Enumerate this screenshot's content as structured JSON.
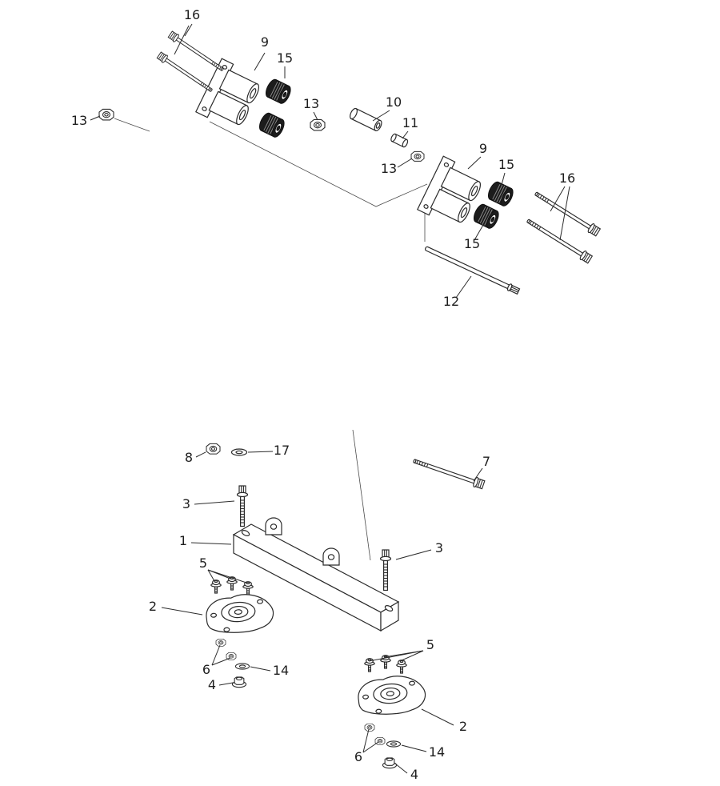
{
  "page": {
    "background": "#ffffff"
  },
  "diagram": {
    "type": "exploded-parts-diagram",
    "colors": {
      "line": "#2b2b2b",
      "fill": "#ffffff",
      "bushing_dark": "#1c1c1c"
    },
    "callouts": [
      {
        "label": "16",
        "target": "flange-bolts-upper-left"
      },
      {
        "label": "9",
        "target": "pivot-bracket-left"
      },
      {
        "label": "15",
        "target": "bushing-upper-left"
      },
      {
        "label": "13",
        "target": "hex-nut-far-left"
      },
      {
        "label": "13",
        "target": "hex-nut-middle"
      },
      {
        "label": "10",
        "target": "sleeve"
      },
      {
        "label": "11",
        "target": "spacer"
      },
      {
        "label": "9",
        "target": "pivot-bracket-right"
      },
      {
        "label": "15",
        "target": "bushing-upper-right"
      },
      {
        "label": "13",
        "target": "hex-nut-right"
      },
      {
        "label": "16",
        "target": "flange-bolts-right"
      },
      {
        "label": "15",
        "target": "bushing-lower-right"
      },
      {
        "label": "12",
        "target": "long-rod"
      },
      {
        "label": "8",
        "target": "hex-nut-bottom"
      },
      {
        "label": "17",
        "target": "washer-bottom"
      },
      {
        "label": "7",
        "target": "long-bolt"
      },
      {
        "label": "3",
        "target": "flange-bolt-left"
      },
      {
        "label": "1",
        "target": "crossmember-bar"
      },
      {
        "label": "3",
        "target": "flange-bolt-right"
      },
      {
        "label": "5",
        "target": "mount-screws-left"
      },
      {
        "label": "2",
        "target": "engine-mount-left"
      },
      {
        "label": "6",
        "target": "small-nuts-left"
      },
      {
        "label": "14",
        "target": "washer-left"
      },
      {
        "label": "4",
        "target": "flange-nut-left"
      },
      {
        "label": "5",
        "target": "mount-screws-right"
      },
      {
        "label": "2",
        "target": "engine-mount-right"
      },
      {
        "label": "6",
        "target": "small-nuts-right"
      },
      {
        "label": "14",
        "target": "washer-right"
      },
      {
        "label": "4",
        "target": "flange-nut-right"
      }
    ]
  }
}
